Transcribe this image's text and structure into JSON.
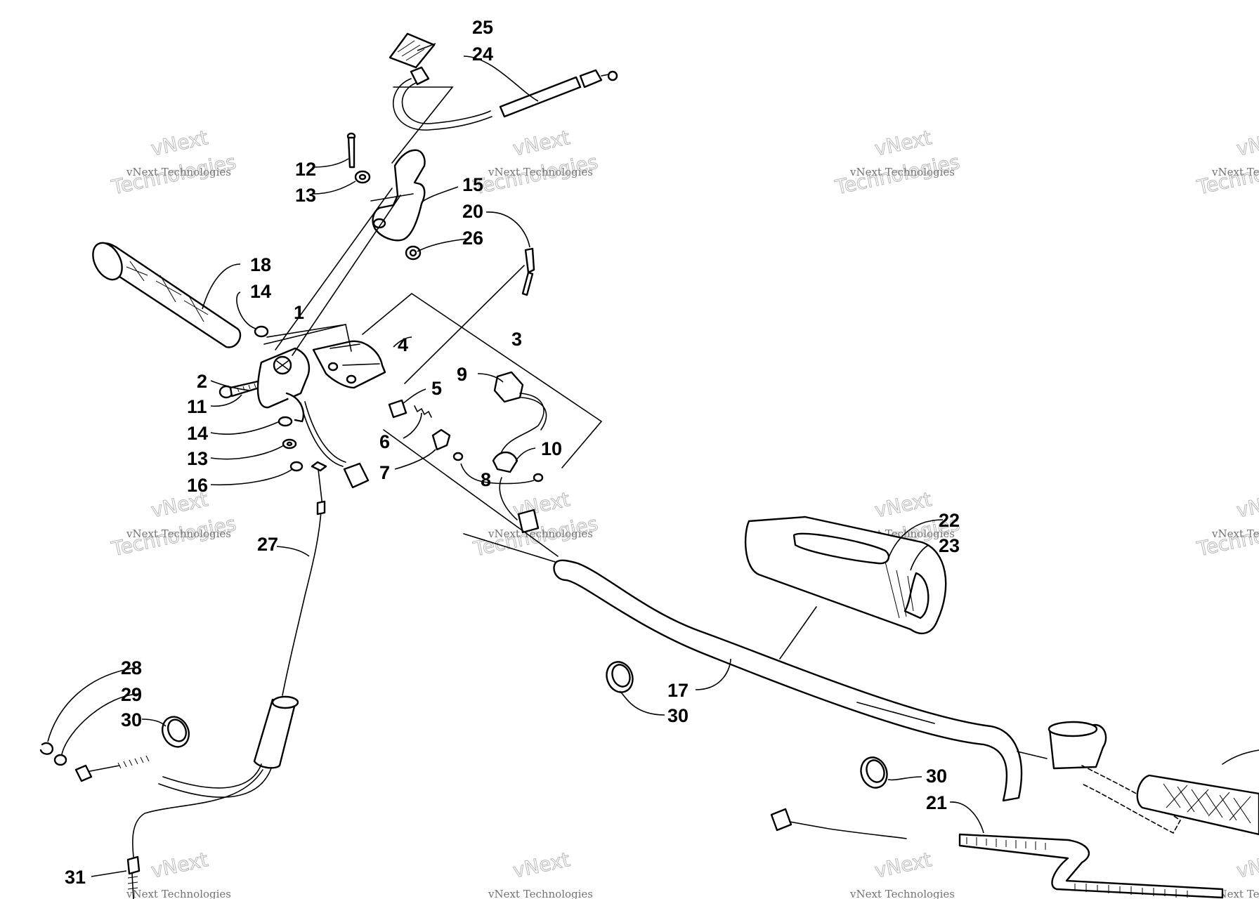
{
  "watermark": {
    "brand": "vNext",
    "line": "vNext Technologies",
    "word": "Technologies"
  },
  "callouts": {
    "c1": "1",
    "c2": "2",
    "c3": "3",
    "c4": "4",
    "c5": "5",
    "c6": "6",
    "c7": "7",
    "c8": "8",
    "c9": "9",
    "c10": "10",
    "c11": "11",
    "c12": "12",
    "c13a": "13",
    "c13b": "13",
    "c14a": "14",
    "c14b": "14",
    "c15": "15",
    "c16": "16",
    "c17": "17",
    "c18": "18",
    "c20": "20",
    "c21": "21",
    "c22": "22",
    "c23": "23",
    "c24": "24",
    "c25": "25",
    "c26": "26",
    "c27": "27",
    "c28": "28",
    "c29": "29",
    "c30a": "30",
    "c30b": "30",
    "c30c": "30",
    "c31": "31"
  }
}
